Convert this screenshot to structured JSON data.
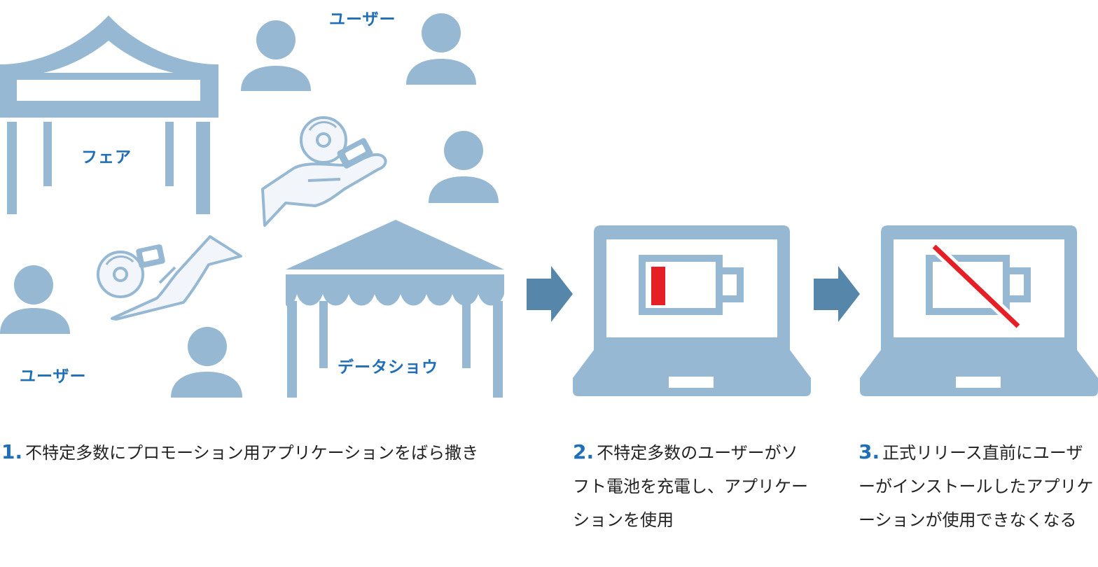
{
  "labels": {
    "users_top": "ユーザー",
    "users_bottom": "ユーザー",
    "fair": "フェア",
    "data_show": "データショウ"
  },
  "steps": [
    {
      "number": "1.",
      "text": "不特定多数にプロモーション用アプリケーションをばら撒き"
    },
    {
      "number": "2.",
      "text": "不特定多数のユーザーがソフト電池を充電し、アプリケーションを使用"
    },
    {
      "number": "3.",
      "text": "正式リリース直前にユーザーがインストールしたアプリケーションが使用できなくなる"
    }
  ],
  "colors": {
    "icon": "#96b8d3",
    "arrow": "#5687ab",
    "label": "#1f6fb8",
    "battery_low": "#e61e25",
    "prohibit": "#e61e25"
  }
}
